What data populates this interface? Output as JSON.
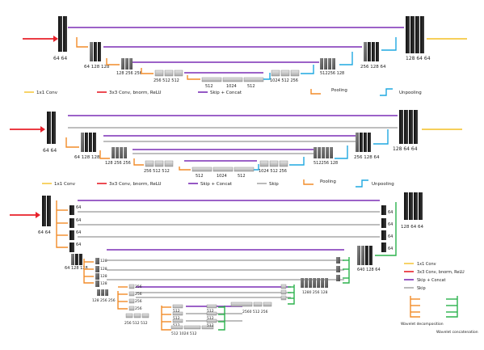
{
  "colors": {
    "conv1x1": "#f5c842",
    "conv3x3": "#e8202a",
    "skip_concat": "#7b2fb5",
    "skip": "#a8a8a8",
    "pooling": "#f28c28",
    "unpooling": "#1fa8e0",
    "wavelet_concat": "#2bb24c",
    "block_dark": "#1a1a1a",
    "block_mid": "#6d6d6d",
    "block_light": "#c9c9c9"
  },
  "panel1": {
    "labels": {
      "in": "64 64",
      "out": "128 64 64",
      "e2": "64 128 128",
      "e3": "128 256 256",
      "e4": "256 512 512",
      "bn_a": "512",
      "bn_b": "1024",
      "bn_c": "512",
      "d4": "1024  512 256",
      "d3": "512256 128",
      "d2": "256 128 64"
    },
    "legend": {
      "conv1x1": "1x1 Conv",
      "conv3x3": "3x3 Conv, bnorm, ReLU",
      "skip_concat": "Skip + Concat",
      "pooling": "Pooling",
      "unpooling": "Unpooling"
    }
  },
  "panel2": {
    "labels": {
      "in": "64 64",
      "out": "128 64 64",
      "e2": "64 128 128",
      "e3": "128 256 256",
      "e4": "256 512 512",
      "bn_a": "512",
      "bn_b": "1024",
      "bn_c": "512",
      "d4": "1024  512 256",
      "d3": "512256 128",
      "d2": "256 128 64"
    },
    "legend": {
      "conv1x1": "1x1 Conv",
      "conv3x3": "3x3 Conv, bnorm, ReLU",
      "skip_concat": "Skip + Concat",
      "skip": "Skip",
      "pooling": "Pooling",
      "unpooling": "Unpooling"
    }
  },
  "panel3": {
    "labels": {
      "in": "64 64",
      "out": "128 64 64",
      "w1": [
        "64",
        "64",
        "64",
        "64"
      ],
      "e2": "64 128 128",
      "w2": [
        "128",
        "128",
        "128",
        "128"
      ],
      "e3": "128 256 256",
      "w3": [
        "256",
        "256",
        "256",
        "256"
      ],
      "e4": "256 512 512",
      "w4": [
        "512",
        "512",
        "512",
        "512"
      ],
      "bn": "512   1024   512",
      "d4": "2560      512 256",
      "d3": "1280      256 128",
      "d2": "640   128 64",
      "w4d": [
        "512",
        "512",
        "512"
      ],
      "w1d": [
        "64",
        "64",
        "64",
        "64"
      ]
    },
    "legend": {
      "conv1x1": "1x1 Conv",
      "conv3x3": "3x3 Conv, bnorm, ReLU",
      "skip_concat": "Skip + Concat",
      "skip": "Skip",
      "wavelet_decomposition": "Wavelet decomposition",
      "wavelet_concatenation": "Wavelet concatenation"
    }
  }
}
